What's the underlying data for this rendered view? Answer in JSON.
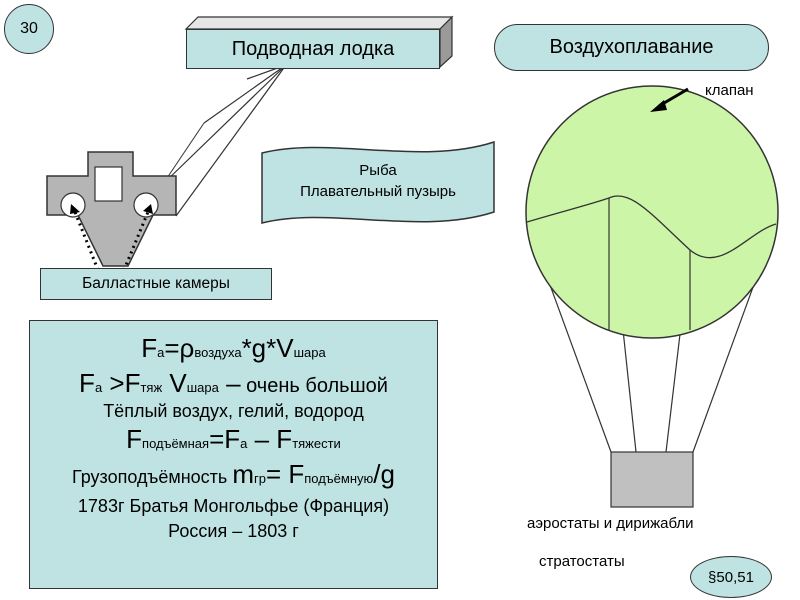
{
  "slide_number": "30",
  "titles": {
    "submarine": "Подводная лодка",
    "aeronautics": "Воздухоплавание"
  },
  "fish": {
    "line1": "Рыба",
    "line2": "Плавательный пузырь"
  },
  "ballast_label": "Балластные камеры",
  "formulas": {
    "line1": {
      "F": "F",
      "a": "a",
      "eq_rho": "=ρ",
      "rho_sub": "воздуха",
      "gV": "*g*V",
      "v_sub": "шара"
    },
    "line2": {
      "F": "F",
      "a": "a",
      "gtF": " >F",
      "tyazh": "тяж",
      "V": "V",
      "v_sub": "шара",
      "dash": " –",
      "rest": " очень большой"
    },
    "line3": "Тёплый воздух, гелий, водород",
    "line4": {
      "F": "F",
      "lift_sub": "подъёмная",
      "eqF": "=F",
      "a": "a",
      "minusF": " – F",
      "gravity_sub": "тяжести"
    },
    "line5": {
      "text": "Грузоподъёмность ",
      "m": "m",
      "m_sub": "гр",
      "eqF": "= F",
      "lift_sub": "подъёмную",
      "g": "/g"
    },
    "line6": "1783г Братья Монгольфье (Франция)",
    "line7": "Россия – 1803 г"
  },
  "balloon": {
    "valve_label": "клапан",
    "aerostats_label": "аэростаты и дирижабли",
    "stratostats_label": "стратостаты"
  },
  "section_ref": "§50,51",
  "colors": {
    "box_fill": "#bfe3e3",
    "balloon_fill": "#ccf5a8",
    "gondola_fill": "#c0c0c0",
    "submarine_fill": "#b5b5b5"
  }
}
